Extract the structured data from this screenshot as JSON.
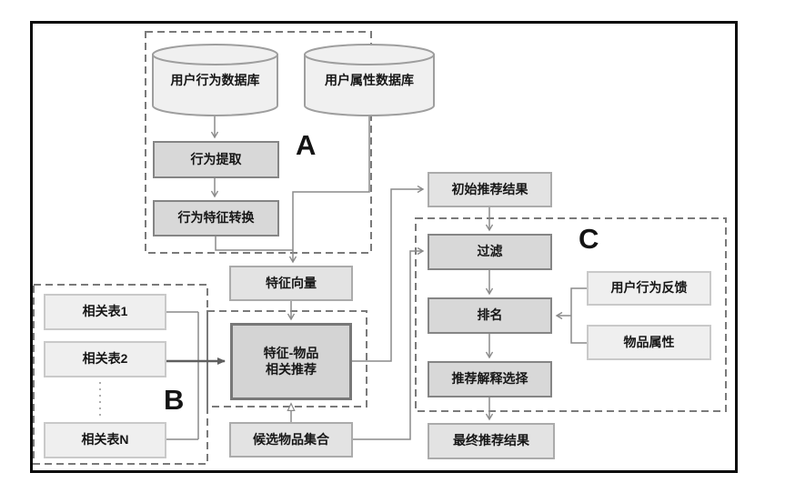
{
  "figure": {
    "stage_a_label": "A",
    "stage_b_label": "B",
    "stage_c_label": "C",
    "databases": {
      "behavior": "用户行为数据库",
      "attribute": "用户属性数据库"
    },
    "nodes": {
      "behavior_extraction": "行为提取",
      "behavior_feature_conversion": "行为特征转换",
      "feature_vector": "特征向量",
      "feature_item_line1": "特征-物品",
      "feature_item_line2": "相关推荐",
      "related_table_1": "相关表1",
      "related_table_2": "相关表2",
      "related_table_n": "相关表N",
      "candidate_item_set": "候选物品集合",
      "initial_recommendation_results": "初始推荐结果",
      "filter": "过滤",
      "ranking": "排名",
      "recommendation_explanation_selection": "推荐解释选择",
      "final_recommendation_results": "最终推荐结果",
      "user_behavior_feedback": "用户行为反馈",
      "item_attributes": "物品属性"
    },
    "colors": {
      "frame": "#0a0a0a",
      "process_box_fill": "#d8d8d8",
      "process_box_border": "#858585",
      "data_box_fill": "#e3e3e3",
      "data_box_border": "#ababab",
      "input_box_fill": "#efefef",
      "input_box_border": "#c9c9c9",
      "cylinder_fill": "#f0f0f0",
      "cylinder_border": "#9e9e9e",
      "connector": "#8a8a8a",
      "dashed_region": "#7a7a7a"
    }
  }
}
